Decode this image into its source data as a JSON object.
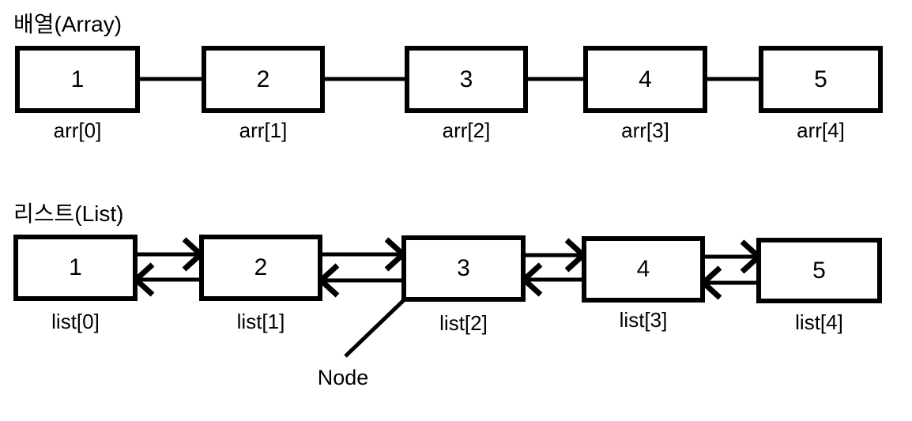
{
  "page": {
    "background": "#ffffff",
    "line_color": "#000000"
  },
  "array_section": {
    "title": "배열(Array)",
    "items": [
      {
        "value": "1",
        "label": "arr[0]"
      },
      {
        "value": "2",
        "label": "arr[1]"
      },
      {
        "value": "3",
        "label": "arr[2]"
      },
      {
        "value": "4",
        "label": "arr[3]"
      },
      {
        "value": "5",
        "label": "arr[4]"
      }
    ]
  },
  "list_section": {
    "title": "리스트(List)",
    "items": [
      {
        "value": "1",
        "label": "list[0]"
      },
      {
        "value": "2",
        "label": "list[1]"
      },
      {
        "value": "3",
        "label": "list[2]"
      },
      {
        "value": "4",
        "label": "list[3]"
      },
      {
        "value": "5",
        "label": "list[4]"
      }
    ],
    "annotation": "Node"
  }
}
